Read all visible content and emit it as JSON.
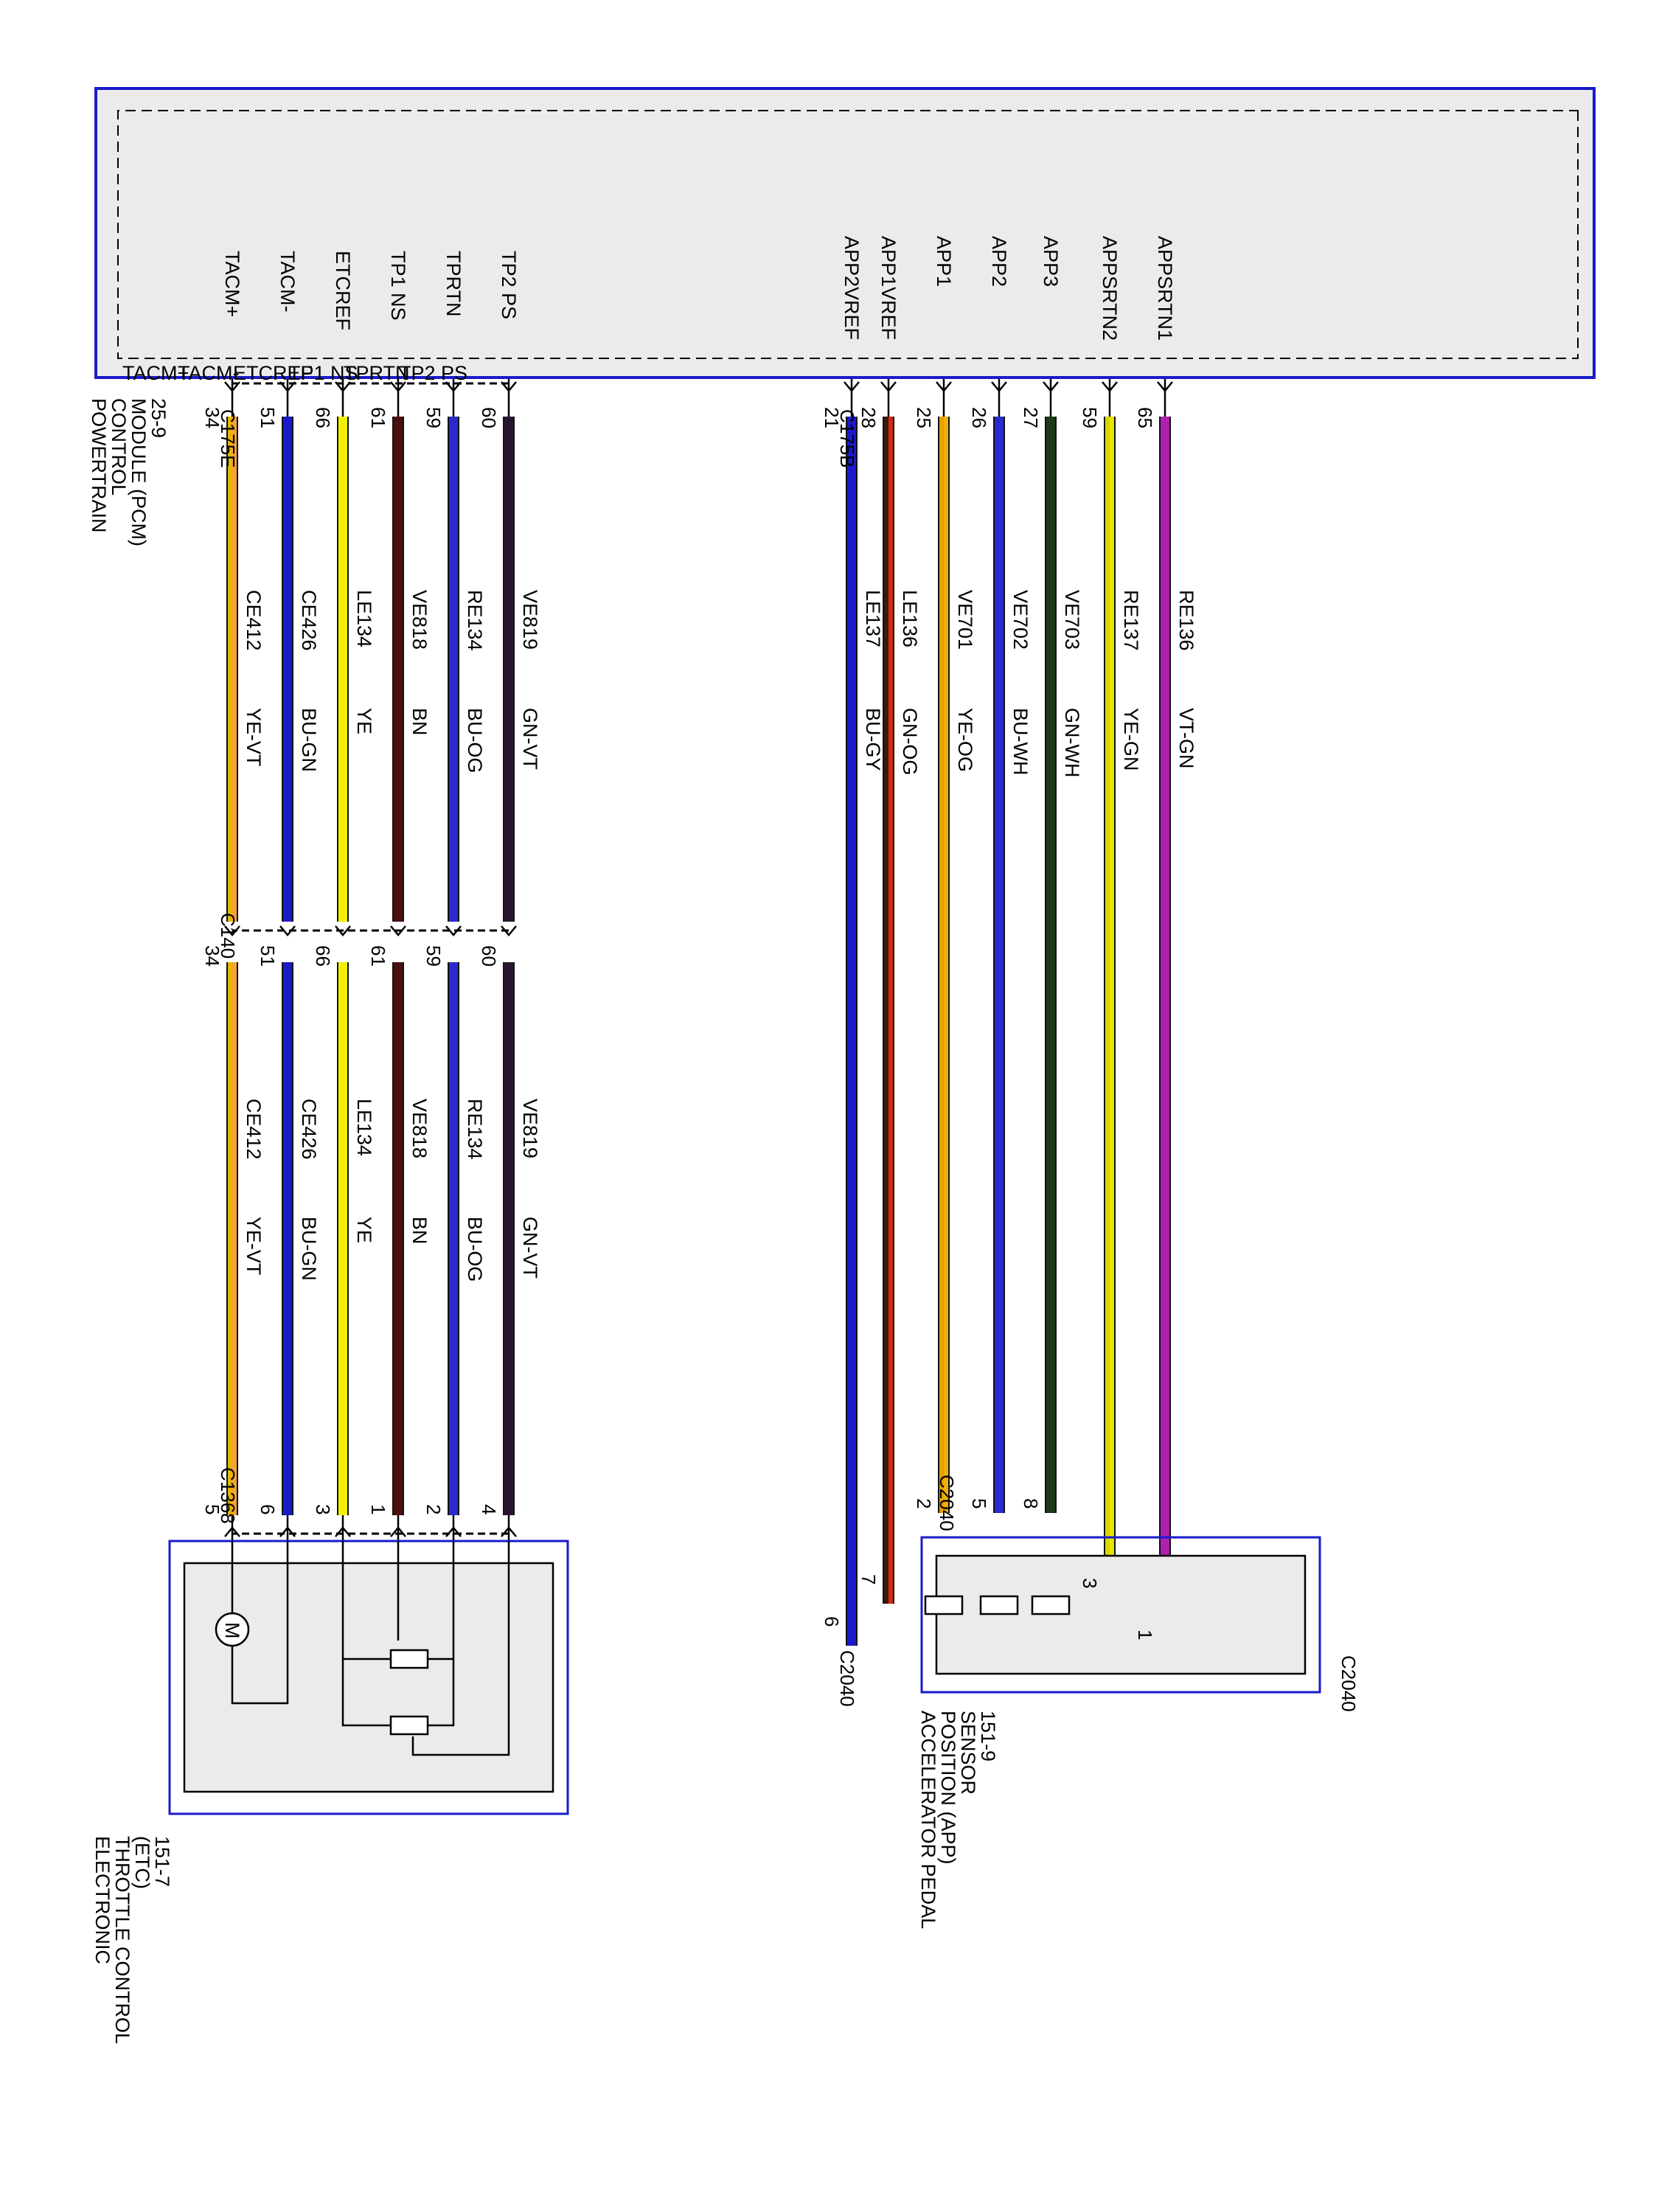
{
  "pcm": {
    "title_lines": [
      "POWERTRAIN",
      "CONTROL",
      "MODULE (PCM)",
      "25-9"
    ],
    "border_color": "#1a1acc"
  },
  "connectors": {
    "pcm_etc_side": "C175E",
    "pcm_app_side": "C175B",
    "inline": "C140",
    "etc": "C1368",
    "app": "C2040"
  },
  "etc_circuits": [
    {
      "signal": "TACM+",
      "pcm_pin": "34",
      "inline_pin": "34",
      "comp_pin": "5",
      "circuit": "CE412",
      "color_code": "YE-VT",
      "colors": [
        "#f4a13a",
        "#e6b800"
      ]
    },
    {
      "signal": "TACM-",
      "pcm_pin": "51",
      "inline_pin": "51",
      "comp_pin": "6",
      "circuit": "CE426",
      "color_code": "BU-GN",
      "colors": [
        "#1a1acc",
        "#1a1acc"
      ]
    },
    {
      "signal": "ETCREF",
      "pcm_pin": "66",
      "inline_pin": "66",
      "comp_pin": "3",
      "circuit": "LE134",
      "color_code": "YE",
      "colors": [
        "#f2f200",
        "#f2f200"
      ]
    },
    {
      "signal": "TP1 NS",
      "pcm_pin": "61",
      "inline_pin": "61",
      "comp_pin": "1",
      "circuit": "VE818",
      "color_code": "BN",
      "colors": [
        "#4a1010",
        "#4a1010"
      ]
    },
    {
      "signal": "TPRTN",
      "pcm_pin": "59",
      "inline_pin": "59",
      "comp_pin": "2",
      "circuit": "RE134",
      "color_code": "BU-OG",
      "colors": [
        "#2a2acc",
        "#2a2acc"
      ]
    },
    {
      "signal": "TP2 PS",
      "pcm_pin": "60",
      "inline_pin": "60",
      "comp_pin": "4",
      "circuit": "VE819",
      "color_code": "GN-VT",
      "colors": [
        "#2a1530",
        "#2a1530"
      ]
    }
  ],
  "app_circuits": [
    {
      "signal": "APP2VREF",
      "pcm_pin": "21",
      "comp_pin": "6",
      "circuit": "LE137",
      "color_code": "BU-GY",
      "colors": [
        "#1a1acc",
        "#1a1acc"
      ]
    },
    {
      "signal": "APP1VREF",
      "pcm_pin": "28",
      "comp_pin": "7",
      "circuit": "LE136",
      "color_code": "GN-OG",
      "colors": [
        "#d42a10",
        "#3a1a10"
      ]
    },
    {
      "signal": "APP1",
      "pcm_pin": "25",
      "comp_pin": "2",
      "circuit": "VE701",
      "color_code": "YE-OG",
      "colors": [
        "#f2b000",
        "#e6a000"
      ]
    },
    {
      "signal": "APP2",
      "pcm_pin": "26",
      "comp_pin": "5",
      "circuit": "VE702",
      "color_code": "BU-WH",
      "colors": [
        "#2a2acc",
        "#2a2acc"
      ]
    },
    {
      "signal": "APP3",
      "pcm_pin": "27",
      "comp_pin": "8",
      "circuit": "VE703",
      "color_code": "GN-WH",
      "colors": [
        "#1a3a1a",
        "#1a3a1a"
      ]
    },
    {
      "signal": "APPSRTN2",
      "pcm_pin": "59",
      "comp_pin": "3",
      "circuit": "RE137",
      "color_code": "YE-GN",
      "colors": [
        "#e6e600",
        "#d8d800"
      ]
    },
    {
      "signal": "APPSRTN1",
      "pcm_pin": "65",
      "comp_pin": "1",
      "circuit": "RE136",
      "color_code": "VT-GN",
      "colors": [
        "#b020b0",
        "#b020b0"
      ]
    }
  ],
  "etc": {
    "title_lines": [
      "ELECTRONIC",
      "THROTTLE CONTROL",
      "(ETC)",
      "151-7"
    ],
    "motor_symbol": "M"
  },
  "app_sensor": {
    "title_lines": [
      "ACCELERATOR PEDAL",
      "POSITION (APP)",
      "SENSOR",
      "151-9"
    ]
  }
}
